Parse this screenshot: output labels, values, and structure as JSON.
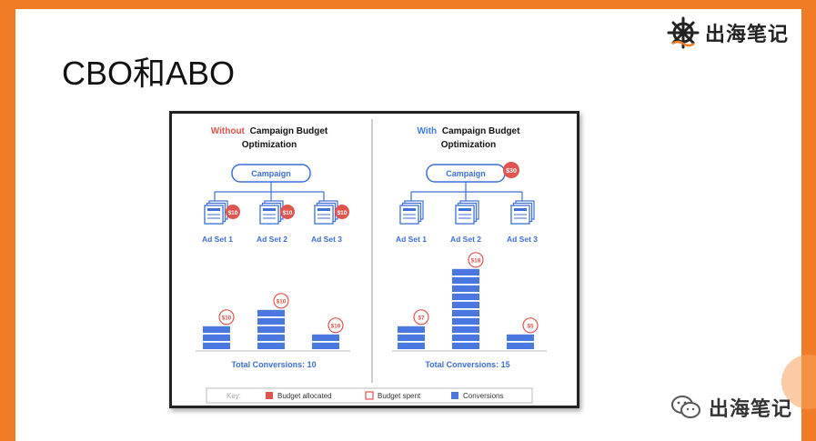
{
  "slide": {
    "title": "CBO和ABO",
    "logo_text": "出海笔记",
    "watermark_text": "出海笔记"
  },
  "colors": {
    "orange": "#f07d26",
    "red": "#e0554f",
    "blue": "#4a78e0",
    "title_blue": "#3d7be0"
  },
  "diagram": {
    "left": {
      "title_emphasis": "Without",
      "title_rest": "Campaign Budget",
      "title_line2": "Optimization",
      "campaign_label": "Campaign",
      "ad_sets": [
        {
          "label": "Ad Set 1",
          "budget": "$10"
        },
        {
          "label": "Ad Set 2",
          "budget": "$10"
        },
        {
          "label": "Ad Set 3",
          "budget": "$10"
        }
      ],
      "bars": [
        {
          "conversions": 3,
          "spent": "$10"
        },
        {
          "conversions": 5,
          "spent": "$10"
        },
        {
          "conversions": 2,
          "spent": "$10"
        }
      ],
      "total": "Total Conversions: 10"
    },
    "right": {
      "title_emphasis": "With",
      "title_rest": "Campaign Budget",
      "title_line2": "Optimization",
      "campaign_label": "Campaign",
      "campaign_budget": "$30",
      "ad_sets": [
        {
          "label": "Ad Set 1"
        },
        {
          "label": "Ad Set 2"
        },
        {
          "label": "Ad Set 3"
        }
      ],
      "bars": [
        {
          "conversions": 3,
          "spent": "$7"
        },
        {
          "conversions": 10,
          "spent": "$18"
        },
        {
          "conversions": 2,
          "spent": "$5"
        }
      ],
      "total": "Total Conversions: 15"
    },
    "key": {
      "label": "Key:",
      "allocated": "Budget allocated",
      "spent": "Budget spent",
      "conversions": "Conversions"
    }
  }
}
